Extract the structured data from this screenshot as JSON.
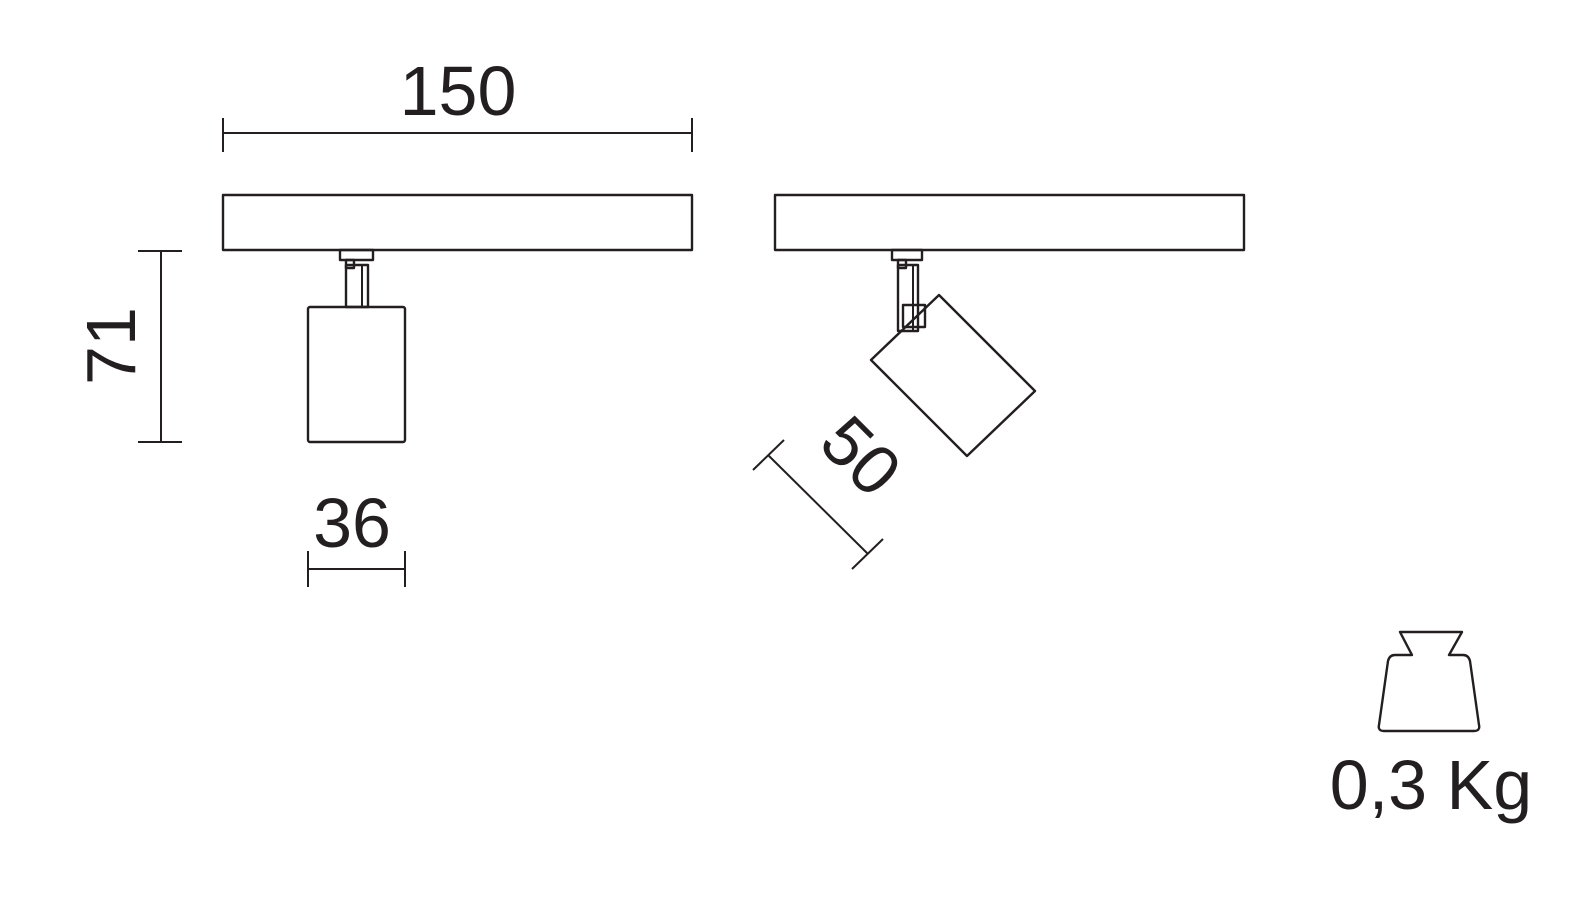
{
  "dimensions": {
    "length": "150",
    "height": "71",
    "width": "36",
    "head_diameter": "50"
  },
  "weight": {
    "label": "0,3 Kg",
    "icon": "weight-icon"
  },
  "colors": {
    "line": "#231f20",
    "background": "#ffffff"
  }
}
